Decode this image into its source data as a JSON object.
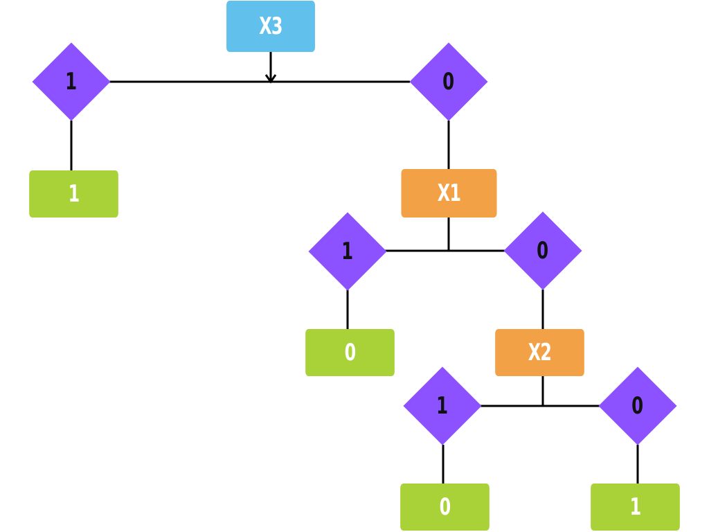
{
  "colors": {
    "root": "#62c0ec",
    "decision": "#f3a147",
    "branch": "#8c52ff",
    "leaf": "#a8d237",
    "edge": "#000000"
  },
  "root": {
    "label": "X3"
  },
  "root_branches": [
    {
      "label": "1",
      "leaf": "1"
    },
    {
      "label": "0"
    }
  ],
  "x1": {
    "label": "X1",
    "branches": [
      {
        "label": "1",
        "leaf": "0"
      },
      {
        "label": "0"
      }
    ]
  },
  "x2": {
    "label": "X2",
    "branches": [
      {
        "label": "1",
        "leaf": "0"
      },
      {
        "label": "0",
        "leaf": "1"
      }
    ]
  }
}
